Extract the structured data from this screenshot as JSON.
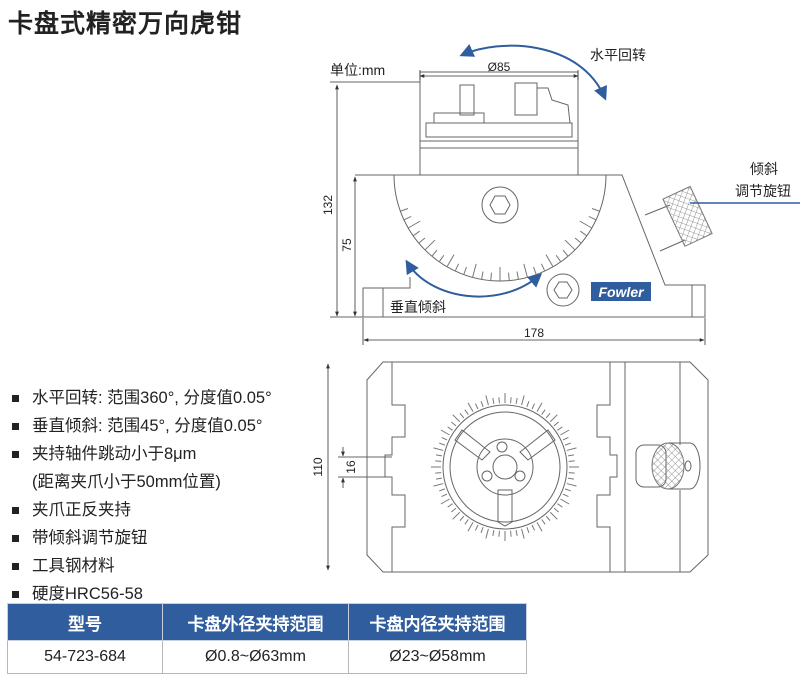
{
  "title": "卡盘式精密万向虎钳",
  "drawing": {
    "unit_label": "单位:mm",
    "dim_diameter": "Ø85",
    "dim_total_height": "132",
    "dim_base_height": "75",
    "dim_length": "178",
    "dim_width": "110",
    "dim_slot": "16",
    "label_horizontal_rotation": "水平回转",
    "label_vertical_tilt": "垂直倾斜",
    "label_tilt_knob_line1": "倾斜",
    "label_tilt_knob_line2": "调节旋钮",
    "logo_text": "Fowler",
    "accent_color": "#2f5d9e"
  },
  "features": [
    {
      "text": "水平回转: 范围360°, 分度值0.05°",
      "bullet": true
    },
    {
      "text": "垂直倾斜: 范围45°, 分度值0.05°",
      "bullet": true
    },
    {
      "text": "夹持轴件跳动小于8μm",
      "bullet": true
    },
    {
      "text": "(距离夹爪小于50mm位置)",
      "bullet": false
    },
    {
      "text": "夹爪正反夹持",
      "bullet": true
    },
    {
      "text": "带倾斜调节旋钮",
      "bullet": true
    },
    {
      "text": "工具钢材料",
      "bullet": true
    },
    {
      "text": "硬度HRC56-58",
      "bullet": true
    }
  ],
  "spec_table": {
    "headers": [
      "型号",
      "卡盘外径夹持范围",
      "卡盘内径夹持范围"
    ],
    "rows": [
      [
        "54-723-684",
        "Ø0.8~Ø63mm",
        "Ø23~Ø58mm"
      ]
    ]
  }
}
